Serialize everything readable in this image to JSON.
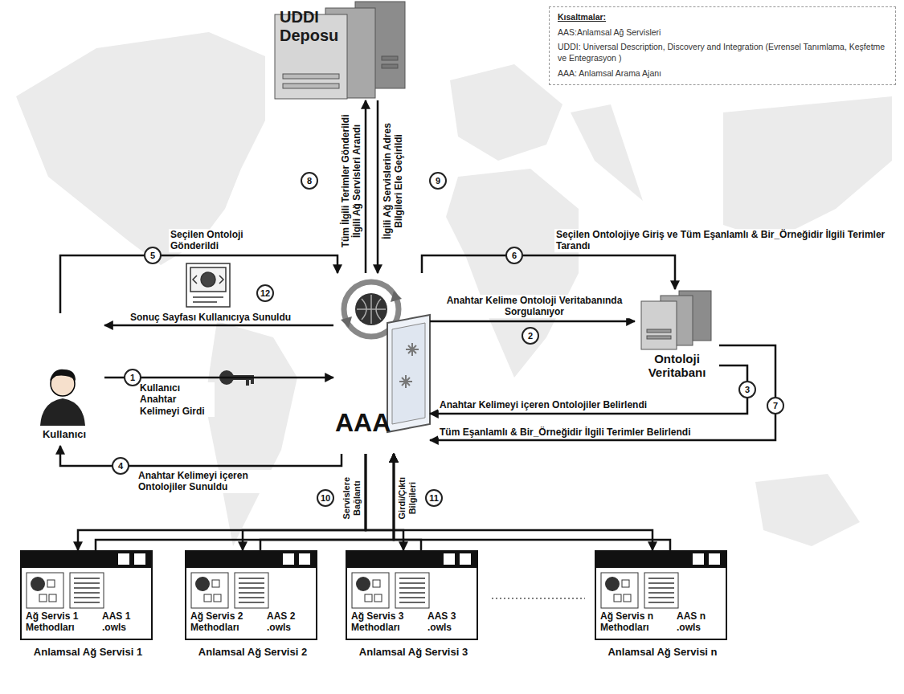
{
  "diagram": {
    "nodes": [
      {
        "text": [
          "UDDI Deposu"
        ]
      },
      {
        "text": [
          "Kısaltmalar:",
          "AAS:Anlamsal Ağ Servisleri",
          "UDDI: Universal Description, Discovery and Integration (Evrensel Tanımlama, Keşfetme ve Entegrasyon )",
          "AAA: Anlamsal Arama Ajanı"
        ]
      },
      {
        "text": [
          "Kullanıcı"
        ]
      },
      {
        "text": [
          "AAA"
        ]
      },
      {
        "text": [
          "Ontoloji Veritabanı"
        ]
      },
      {
        "text": [
          "Ağ Servis 1 Methodları",
          "AAS 1 .owls",
          "Anlamsal Ağ Servisi 1"
        ]
      },
      {
        "text": [
          "Ağ Servis 2 Methodları",
          "AAS 2 .owls",
          "Anlamsal Ağ Servisi 2"
        ]
      },
      {
        "text": [
          "Ağ Servis 3 Methodları",
          "AAS 3 .owls",
          "Anlamsal Ağ Servisi 3"
        ]
      },
      {
        "text": [
          "Ağ Servis n Methodları",
          "AAS n .owls",
          "Anlamsal Ağ Servisi n"
        ]
      }
    ],
    "edges": [
      {
        "from": 2,
        "to": 3,
        "arrow": "to",
        "label": "Kullanıcı Anahtar Kelimeyi Girdi"
      },
      {
        "from": 3,
        "to": 4,
        "arrow": "to",
        "label": "Anahtar Kelime Ontoloji Veritabanında Sorgulanıyor"
      },
      {
        "from": 4,
        "to": 3,
        "arrow": "to",
        "label": "Anahtar Kelimeyi içeren Ontolojiler Belirlendi"
      },
      {
        "from": 3,
        "to": 2,
        "arrow": "to",
        "label": "Anahtar Kelimeyi içeren Ontolojiler Sunuldu"
      },
      {
        "from": 2,
        "to": 3,
        "arrow": "to",
        "label": "Seçilen Ontoloji Gönderildi"
      },
      {
        "from": 3,
        "to": 4,
        "arrow": "to",
        "label": "Seçilen Ontolojiye Giriş ve Tüm Eşanlamlı & Bir_Örneğidir İlgili Terimler Tarandı"
      },
      {
        "from": 4,
        "to": 3,
        "arrow": "to",
        "label": "Tüm Eşanlamlı & Bir_Örneğidir İlgili Terimler Belirlendi"
      },
      {
        "from": 3,
        "to": 0,
        "arrow": "to",
        "label": "Tüm İlgili Terimler Gönderildi İlgili Ağ Servisleri Arandı"
      },
      {
        "from": 0,
        "to": 3,
        "arrow": "to",
        "label": "İlgili Ağ Servislerin Adres Bilgileri Ele Geçirildi"
      },
      {
        "from": 3,
        "to": 5,
        "arrow": "to",
        "label": "Servislere Bağlantı"
      },
      {
        "from": 3,
        "to": 6,
        "arrow": "to"
      },
      {
        "from": 3,
        "to": 7,
        "arrow": "to"
      },
      {
        "from": 3,
        "to": 8,
        "arrow": "to"
      },
      {
        "from": 5,
        "to": 3,
        "arrow": "to",
        "label": "Girdi/Çıktı Bilgileri"
      },
      {
        "from": 6,
        "to": 3,
        "arrow": "to"
      },
      {
        "from": 7,
        "to": 3,
        "arrow": "to"
      },
      {
        "from": 8,
        "to": 3,
        "arrow": "to"
      },
      {
        "from": 3,
        "to": 2,
        "arrow": "to",
        "label": "Sonuç Sayfası Kullanıcıya Sunuldu"
      }
    ],
    "labels": [
      "1",
      "2",
      "3",
      "4",
      "5",
      "6",
      "7",
      "8",
      "9",
      "10",
      "11",
      "12"
    ]
  }
}
